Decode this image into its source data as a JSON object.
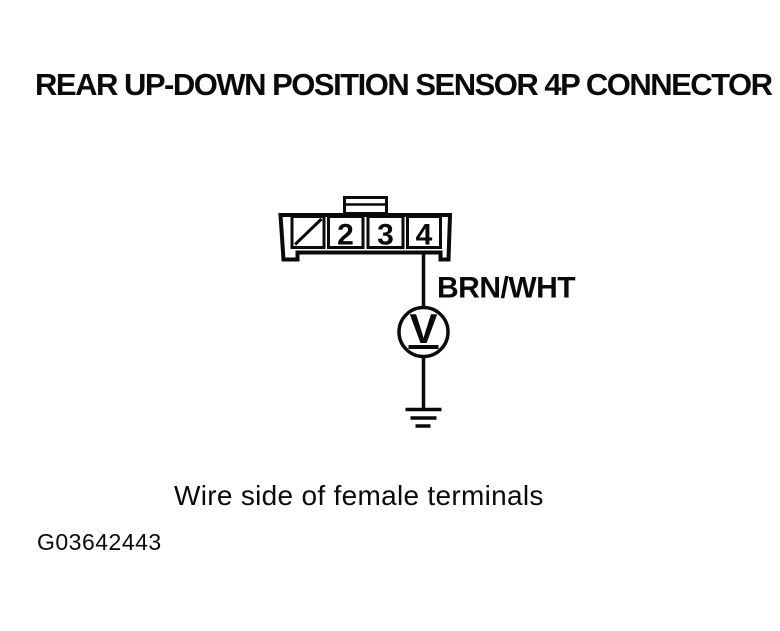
{
  "page": {
    "background_color": "#ffffff",
    "ink_color": "#0a0a0a"
  },
  "header": {
    "title": "REAR UP-DOWN POSITION SENSOR 4P CONNECTOR"
  },
  "diagram": {
    "connector": {
      "cells": [
        {
          "label": "",
          "unused": true
        },
        {
          "label": "2"
        },
        {
          "label": "3"
        },
        {
          "label": "4"
        }
      ]
    },
    "wire": {
      "label": "BRN/WHT"
    },
    "meter": {
      "symbol": "V",
      "icon": "voltmeter-circle-icon"
    },
    "ground": {
      "icon": "ground-icon"
    }
  },
  "caption": "Wire side of female terminals",
  "figure_id": "G03642443"
}
